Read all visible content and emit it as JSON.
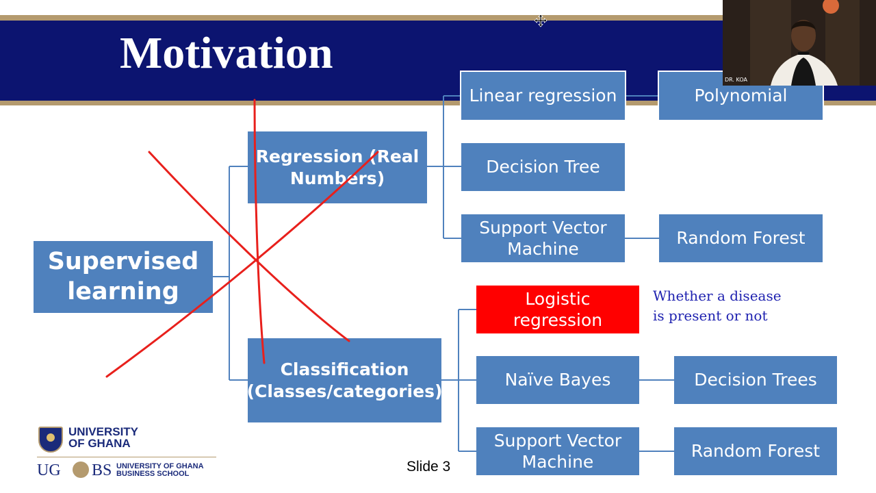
{
  "slide": {
    "title": "Motivation",
    "slide_number": "Slide 3"
  },
  "nodes": [
    {
      "id": "supervised",
      "lines": [
        "Supervised",
        "learning"
      ],
      "color": "#4f81bd",
      "bold": true
    },
    {
      "id": "regression",
      "lines": [
        "Regression (Real",
        "Numbers)"
      ],
      "color": "#4f81bd",
      "bold": true
    },
    {
      "id": "classification",
      "lines": [
        "Classification",
        "(Classes/categories)"
      ],
      "color": "#4f81bd",
      "bold": true
    },
    {
      "id": "linear-regression",
      "lines": [
        "Linear regression"
      ],
      "color": "#4f81bd"
    },
    {
      "id": "polynomial",
      "lines": [
        "Polynomial"
      ],
      "color": "#4f81bd"
    },
    {
      "id": "decision-tree",
      "lines": [
        "Decision Tree"
      ],
      "color": "#4f81bd"
    },
    {
      "id": "svm-regression",
      "lines": [
        "Support Vector",
        "Machine"
      ],
      "color": "#4f81bd"
    },
    {
      "id": "random-forest-regression",
      "lines": [
        "Random Forest"
      ],
      "color": "#4f81bd"
    },
    {
      "id": "logistic-regression",
      "lines": [
        "Logistic",
        "regression"
      ],
      "color": "#ff0000"
    },
    {
      "id": "naive-bayes",
      "lines": [
        "Naïve Bayes"
      ],
      "color": "#4f81bd"
    },
    {
      "id": "decision-trees",
      "lines": [
        "Decision Trees"
      ],
      "color": "#4f81bd"
    },
    {
      "id": "svm-classification",
      "lines": [
        "Support Vector",
        "Machine"
      ],
      "color": "#4f81bd"
    },
    {
      "id": "random-forest-classification",
      "lines": [
        "Random Forest"
      ],
      "color": "#4f81bd"
    }
  ],
  "edges": [
    {
      "from": "supervised",
      "to": "regression"
    },
    {
      "from": "supervised",
      "to": "classification"
    },
    {
      "from": "regression",
      "to": "linear-regression"
    },
    {
      "from": "regression",
      "to": "decision-tree"
    },
    {
      "from": "regression",
      "to": "svm-regression"
    },
    {
      "from": "linear-regression",
      "to": "polynomial"
    },
    {
      "from": "svm-regression",
      "to": "random-forest-regression"
    },
    {
      "from": "classification",
      "to": "logistic-regression"
    },
    {
      "from": "classification",
      "to": "naive-bayes"
    },
    {
      "from": "classification",
      "to": "svm-classification"
    },
    {
      "from": "naive-bayes",
      "to": "decision-trees"
    },
    {
      "from": "svm-classification",
      "to": "random-forest-classification"
    }
  ],
  "annotation": {
    "lines": [
      "Whether a disease",
      "is present or not"
    ],
    "color": "#1f22b0"
  },
  "ink_marks": {
    "color": "#e8201c",
    "description_shape": "cross-out-x-and-vertical-stroke"
  },
  "logo": {
    "university_lines": [
      "UNIVERSITY",
      "OF GHANA"
    ],
    "school_prefix_left": "UG",
    "school_prefix_right": "BS",
    "school_lines": [
      "UNIVERSITY OF GHANA",
      "BUSINESS SCHOOL"
    ]
  },
  "webcam": {
    "label": "DR. KOA"
  },
  "colors": {
    "banner": "#0c1470",
    "banner_trim": "#b49a6e",
    "node_blue": "#4f81bd",
    "connector": "#4f81bd"
  }
}
